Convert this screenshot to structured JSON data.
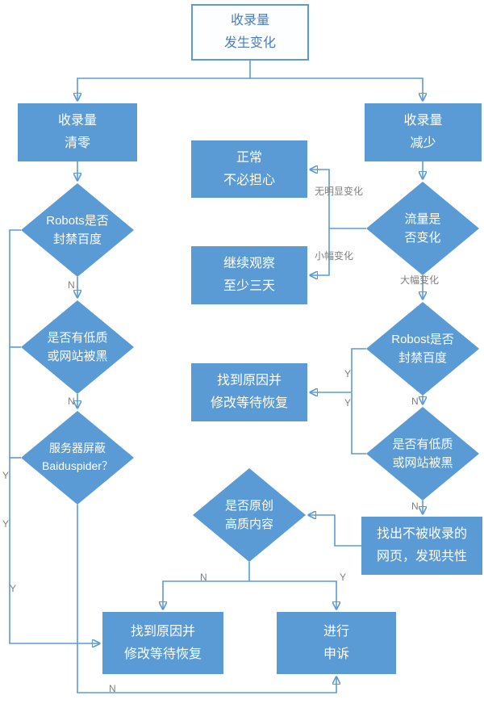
{
  "nodes": {
    "start": "收录量\n发生变化",
    "zero": "收录量\n清零",
    "decrease": "收录量\n减少",
    "normal": "正常\n不必担心",
    "observe": "继续观察\n至少三天",
    "traffic": "流量是\n否变化",
    "robots_left": "Robots是否\n封禁百度",
    "lowq_left": "是否有低质\n或网站被黑",
    "server": "服务器屏蔽\nBaiduspider？",
    "robots_right": "Robost是否\n封禁百度",
    "fix_mid": "找到原因并\n修改等待恢复",
    "lowq_right": "是否有低质\n或网站被黑",
    "original": "是否原创\n高质内容",
    "find_pages": "找出不被收录的\n网页，发现共性",
    "fix_bottom": "找到原因并\n修改等待恢复",
    "appeal": "进行\n申诉"
  },
  "edge_labels": {
    "no_obvious_change": "无明显变化",
    "small_change": "小幅变化",
    "large_change": "大幅变化",
    "yes": "Y",
    "no": "N"
  },
  "colors": {
    "node_fill": "#5b9bd5",
    "line": "#5b9bd5",
    "start_text": "#4a7ebb",
    "edge_label_text": "#7f7f7f"
  }
}
